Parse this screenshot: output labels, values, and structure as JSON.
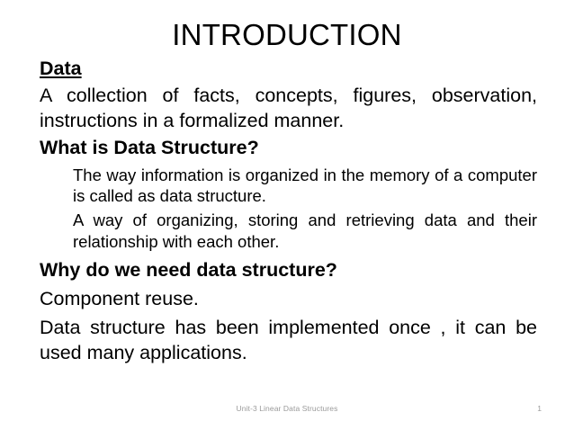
{
  "slide": {
    "title": "INTRODUCTION",
    "background_color": "#ffffff",
    "text_color": "#000000",
    "footer_color": "#9a9a9a"
  },
  "content": {
    "data_heading": "Data",
    "data_definition": "A    collection  of      facts,  concepts,  figures, observation, instructions in a formalized manner.",
    "what_is_heading": "What is Data Structure?",
    "what_is_points": [
      "The way information is organized in the memory of a computer is called as data structure.",
      "A way of organizing, storing and retrieving data and their relationship with each other."
    ],
    "why_heading": "Why do we need data structure?",
    "why_points": [
      "Component reuse.",
      "Data structure has been implemented once , it can be used many applications."
    ]
  },
  "footer": {
    "text": "Unit-3 Linear Data Structures",
    "page_number": "1"
  }
}
